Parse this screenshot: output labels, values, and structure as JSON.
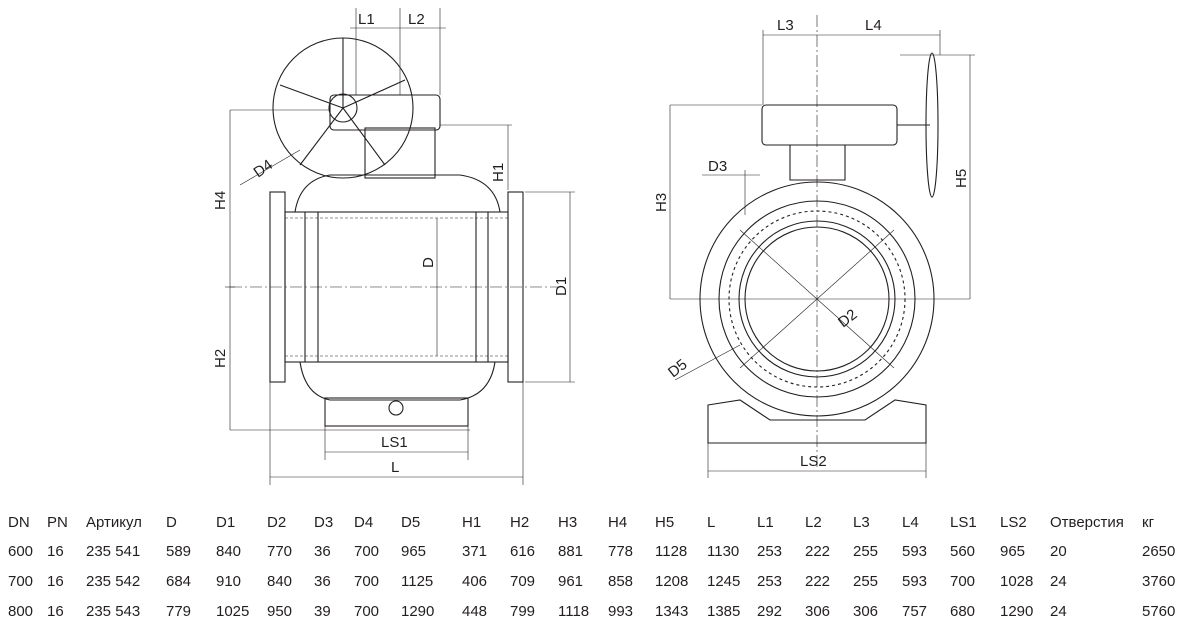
{
  "drawing": {
    "front_view_labels": {
      "L1": "L1",
      "L2": "L2",
      "D4": "D4",
      "H4": "H4",
      "H1": "H1",
      "D": "D",
      "D1": "D1",
      "H2": "H2",
      "LS1": "LS1",
      "L": "L"
    },
    "side_view_labels": {
      "L3": "L3",
      "L4": "L4",
      "D3": "D3",
      "H3": "H3",
      "H5": "H5",
      "D2": "D2",
      "D5": "D5",
      "LS2": "LS2"
    }
  },
  "table": {
    "headers": [
      "DN",
      "PN",
      "Артикул",
      "D",
      "D1",
      "D2",
      "D3",
      "D4",
      "D5",
      "H1",
      "H2",
      "H3",
      "H4",
      "H5",
      "L",
      "L1",
      "L2",
      "L3",
      "L4",
      "LS1",
      "LS2",
      "Отверстия",
      "кг"
    ],
    "rows": [
      [
        "600",
        "16",
        "235 541",
        "589",
        "840",
        "770",
        "36",
        "700",
        "965",
        "371",
        "616",
        "881",
        "778",
        "1128",
        "1130",
        "253",
        "222",
        "255",
        "593",
        "560",
        "965",
        "20",
        "2650"
      ],
      [
        "700",
        "16",
        "235 542",
        "684",
        "910",
        "840",
        "36",
        "700",
        "1125",
        "406",
        "709",
        "961",
        "858",
        "1208",
        "1245",
        "253",
        "222",
        "255",
        "593",
        "700",
        "1028",
        "24",
        "3760"
      ],
      [
        "800",
        "16",
        "235 543",
        "779",
        "1025",
        "950",
        "39",
        "700",
        "1290",
        "448",
        "799",
        "1118",
        "993",
        "1343",
        "1385",
        "292",
        "306",
        "306",
        "757",
        "680",
        "1290",
        "24",
        "5760"
      ]
    ]
  }
}
